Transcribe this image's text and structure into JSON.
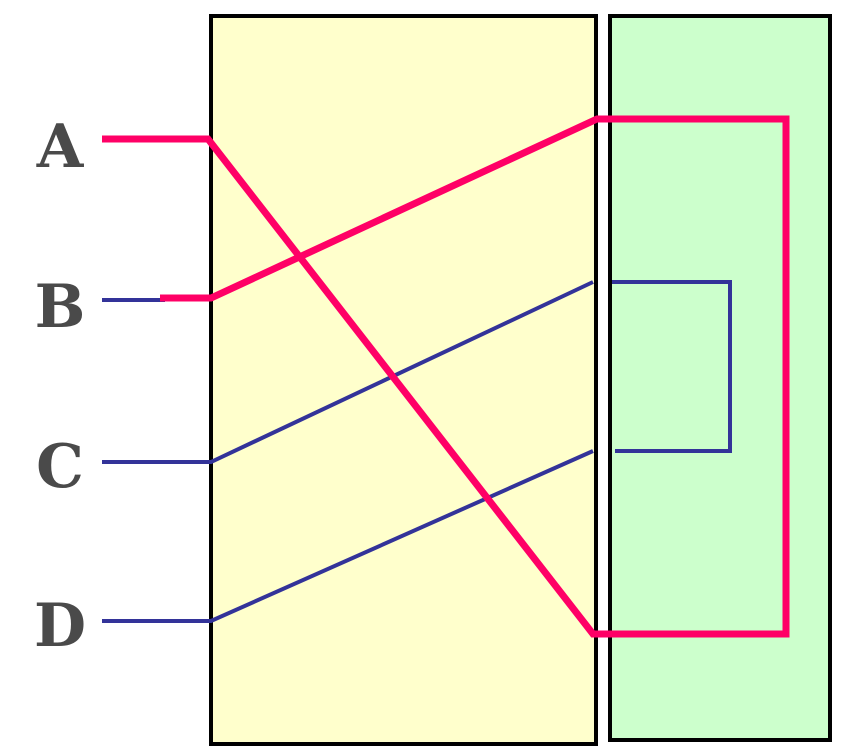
{
  "colors": {
    "left_panel": "#ffffcc",
    "right_panel": "#ccffcc",
    "outline": "#000000",
    "wire_a": "#ff0066",
    "wire_other": "#333399",
    "label": "#4a4a4a"
  },
  "labels": {
    "a": "A",
    "b": "B",
    "c": "C",
    "d": "D"
  }
}
